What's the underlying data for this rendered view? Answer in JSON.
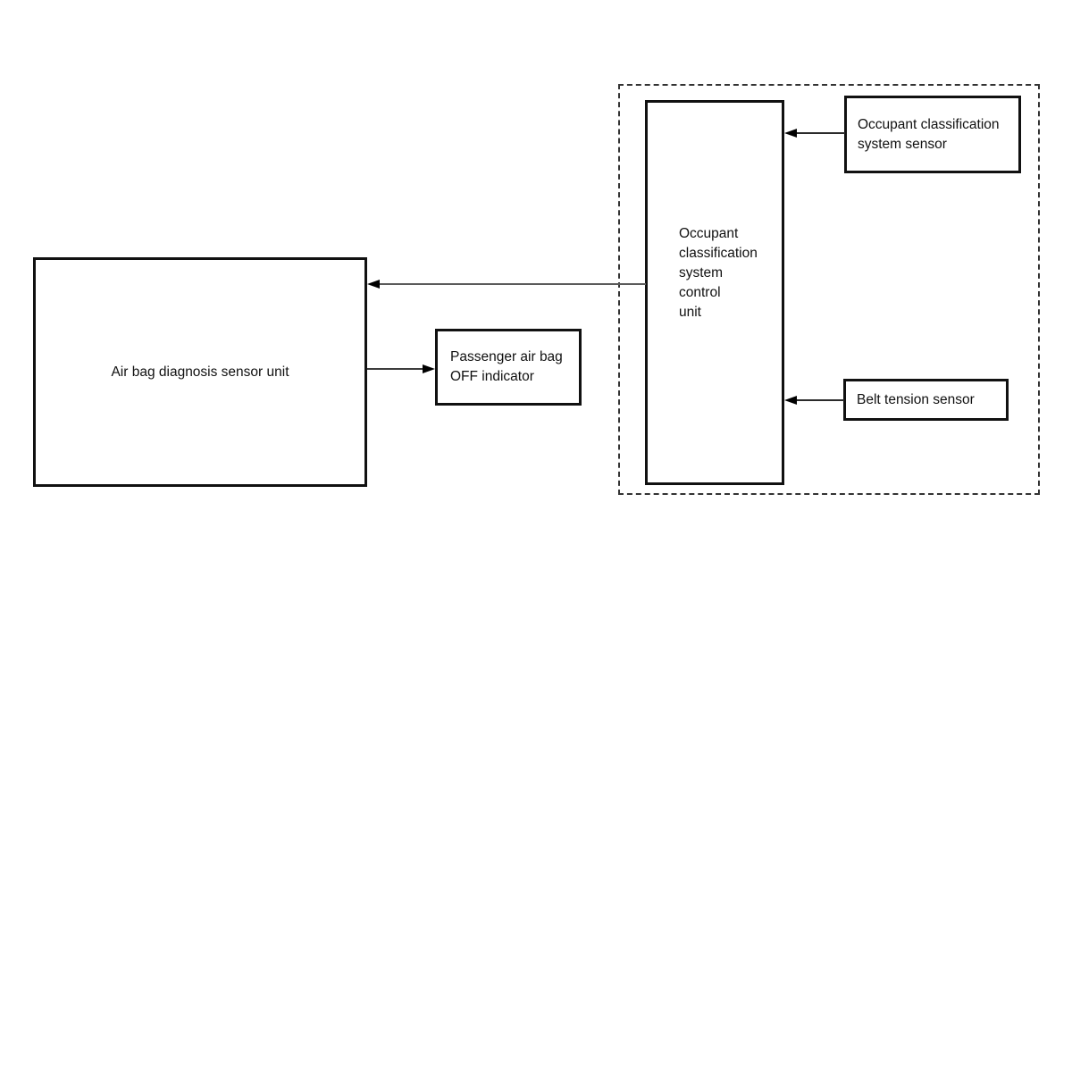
{
  "diagram": {
    "kind": "block-diagram",
    "nodes": {
      "airbag": {
        "label": "Air bag diagnosis sensor unit"
      },
      "passenger_indicator": {
        "label": "Passenger air bag\nOFF indicator"
      },
      "control_unit": {
        "label": "Occupant\nclassification\nsystem\ncontrol\nunit"
      },
      "ocs_sensor": {
        "label": "Occupant classification\nsystem sensor"
      },
      "belt_sensor": {
        "label": "Belt tension sensor"
      }
    },
    "edges": [
      {
        "from": "Occupant classification system control unit",
        "to": "Air bag diagnosis sensor unit",
        "direction": "left"
      },
      {
        "from": "Air bag diagnosis sensor unit",
        "to": "Passenger air bag OFF indicator",
        "direction": "right"
      },
      {
        "from": "Occupant classification system sensor",
        "to": "Occupant classification system control unit",
        "direction": "left"
      },
      {
        "from": "Belt tension sensor",
        "to": "Occupant classification system control unit",
        "direction": "left"
      }
    ],
    "colors": {
      "background": "#ffffff",
      "box_border": "#111111",
      "dashed_border": "#333333",
      "arrow_line": "#5a5a5a",
      "arrow_head": "#000000",
      "text": "#111111"
    }
  }
}
